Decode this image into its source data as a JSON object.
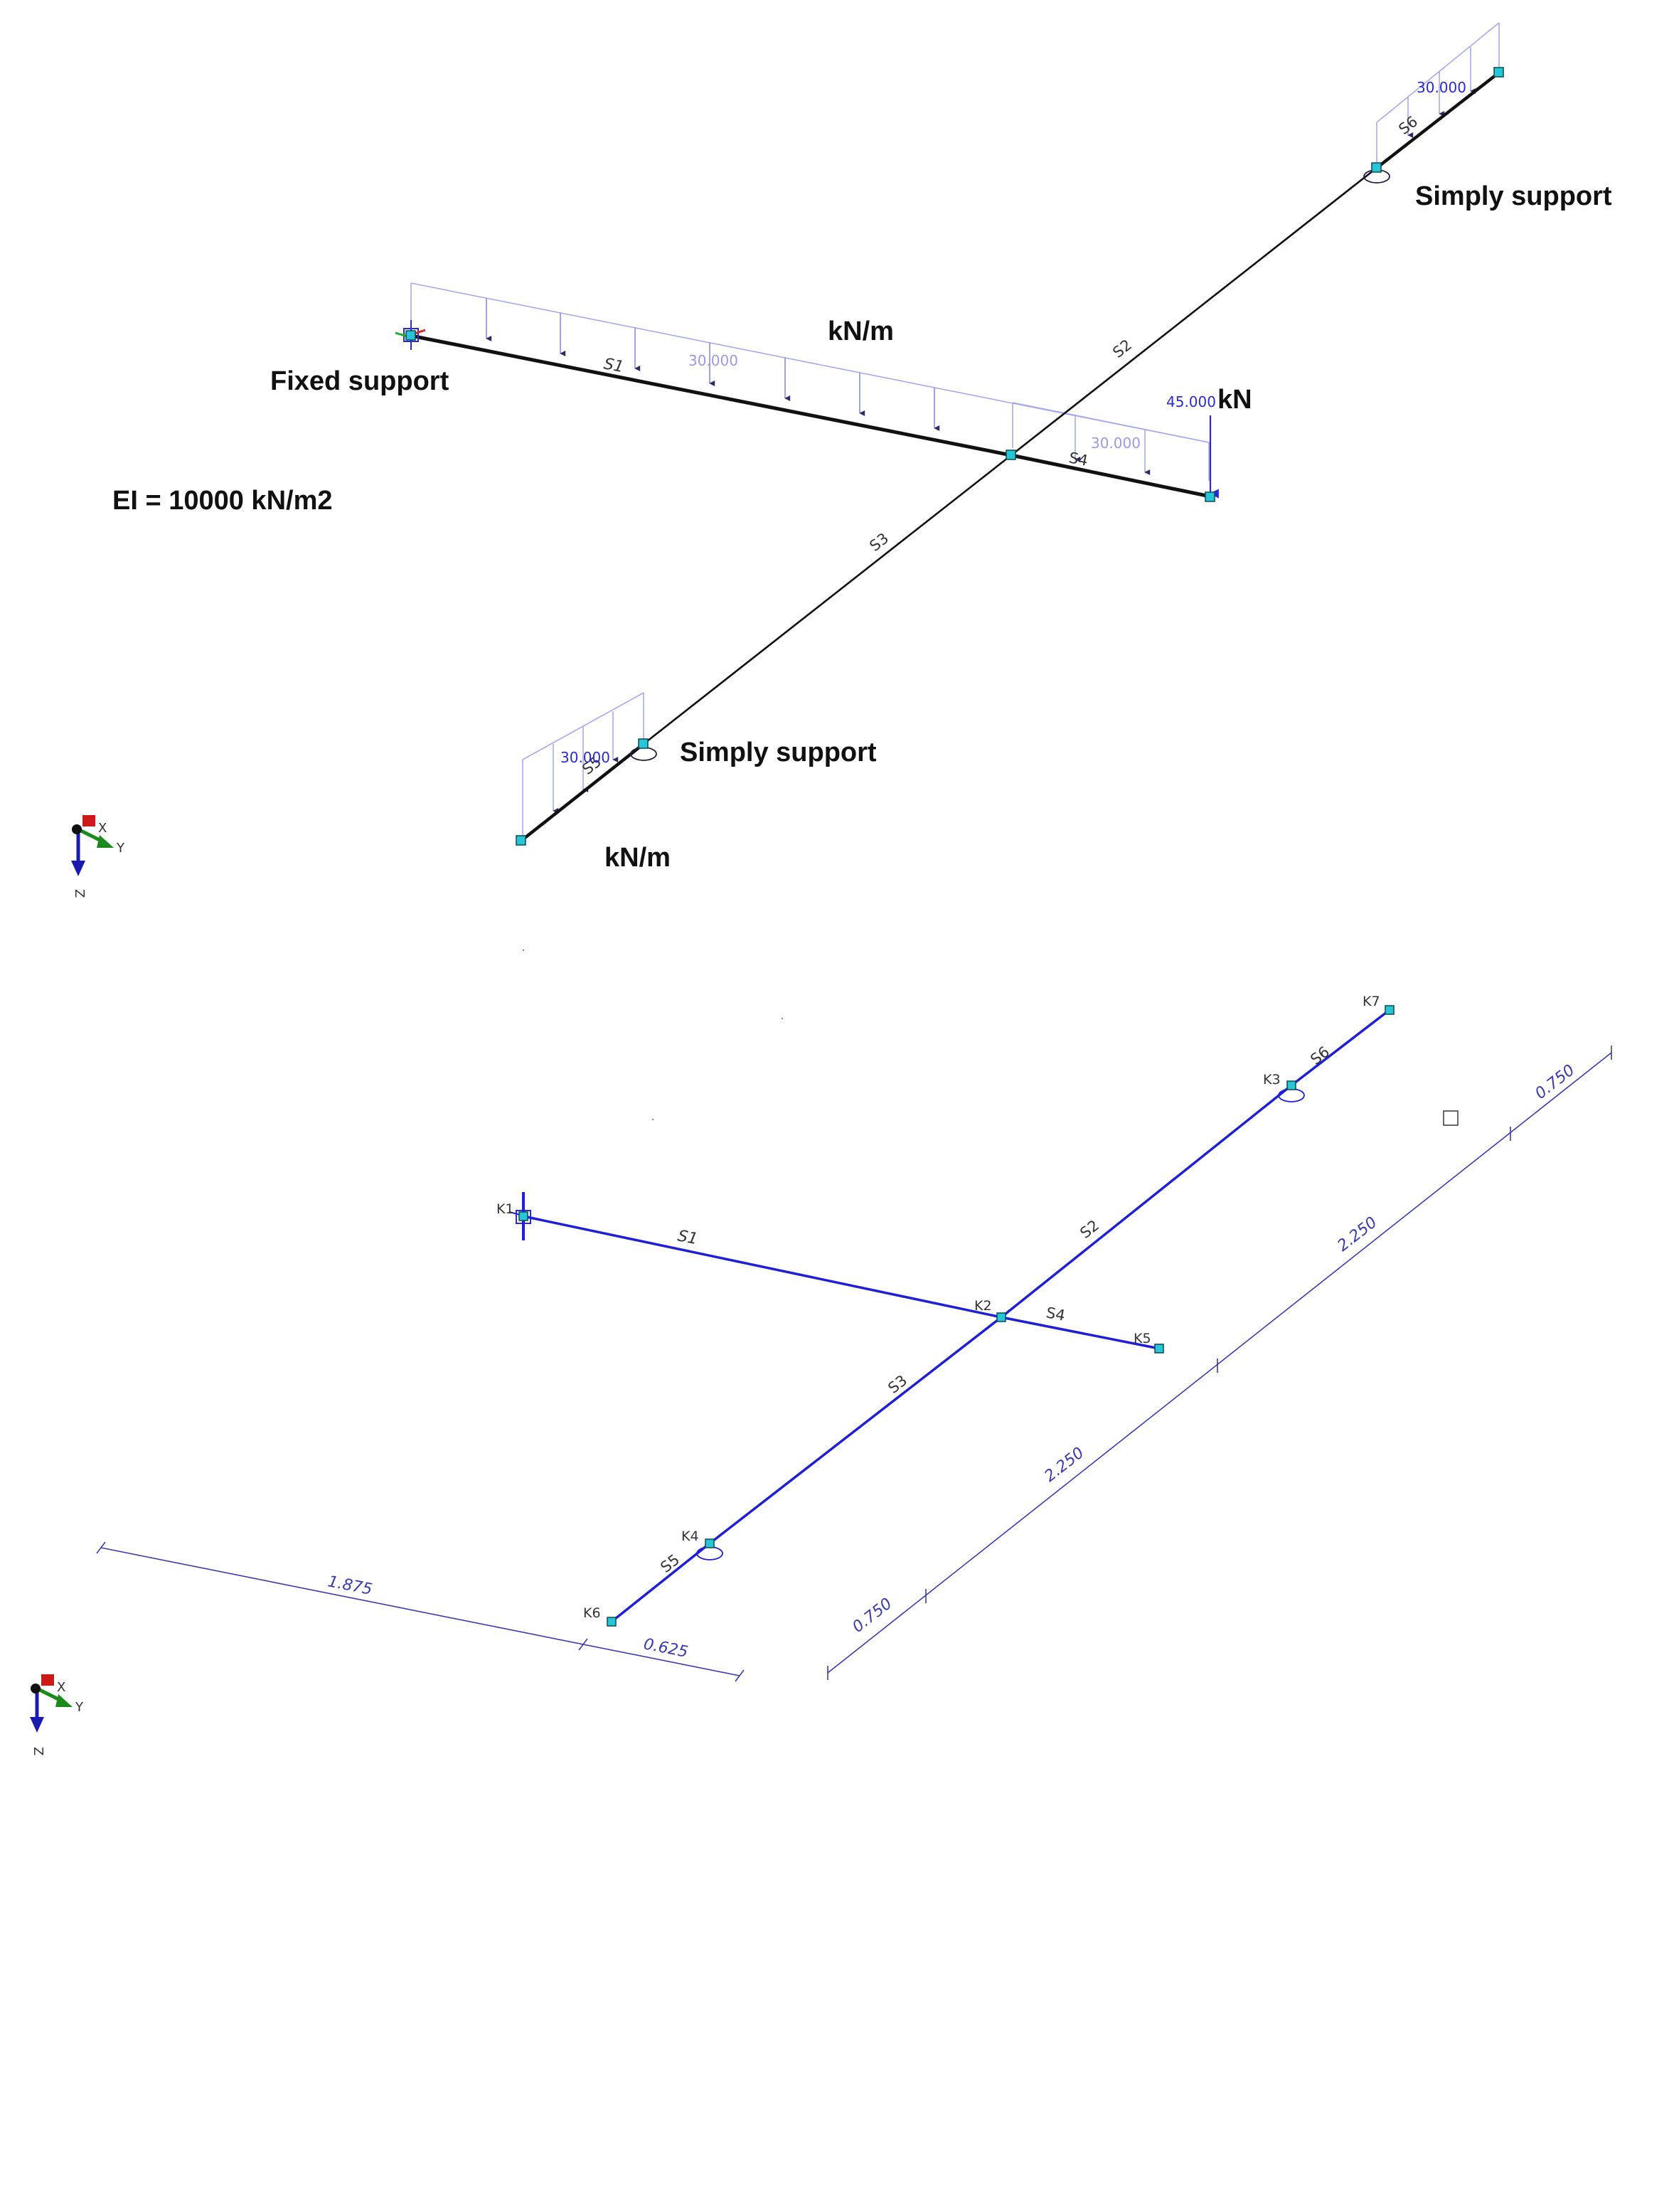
{
  "top_view": {
    "notes": {
      "fixed_support": "Fixed support",
      "simply_support_right": "Simply support",
      "simply_support_left": "Simply support",
      "kn_per_m_top": "kN/m",
      "kn_per_m_bottom": "kN/m",
      "kn_point": "kN",
      "stiffness": "EI = 10000 kN/m2"
    },
    "members": [
      {
        "id": "S1",
        "label": "S1"
      },
      {
        "id": "S2",
        "label": "S2"
      },
      {
        "id": "S3",
        "label": "S3"
      },
      {
        "id": "S4",
        "label": "S4"
      },
      {
        "id": "S5",
        "label": "S5"
      },
      {
        "id": "S6",
        "label": "S6"
      }
    ],
    "loads": {
      "s1_distributed": "30.000",
      "s4_distributed": "30.000",
      "s5_distributed": "30.000",
      "s6_distributed": "30.000",
      "point_load": "45.000"
    },
    "colors": {
      "member": "#111111",
      "load": "#8a8ae6",
      "node": "#26c6d6",
      "point_load": "#2a2ad6"
    }
  },
  "bottom_view": {
    "members": [
      {
        "id": "S1",
        "label": "S1"
      },
      {
        "id": "S2",
        "label": "S2"
      },
      {
        "id": "S3",
        "label": "S3"
      },
      {
        "id": "S4",
        "label": "S4"
      },
      {
        "id": "S5",
        "label": "S5"
      },
      {
        "id": "S6",
        "label": "S6"
      }
    ],
    "nodes": [
      {
        "id": "K1",
        "label": "K1"
      },
      {
        "id": "K2",
        "label": "K2"
      },
      {
        "id": "K3",
        "label": "K3"
      },
      {
        "id": "K4",
        "label": "K4"
      },
      {
        "id": "K5",
        "label": "K5"
      },
      {
        "id": "K6",
        "label": "K6"
      },
      {
        "id": "K7",
        "label": "K7"
      }
    ],
    "dimensions": {
      "d1": "1.875",
      "d2": "0.625",
      "d3": "0.750",
      "d4": "2.250",
      "d5": "2.250",
      "d6": "0.750"
    },
    "colors": {
      "member": "#1f1fd6",
      "dimension": "#3b3bb0",
      "node": "#26c6d6"
    }
  },
  "axes": {
    "x": "X",
    "y": "Y",
    "z": "Z"
  }
}
